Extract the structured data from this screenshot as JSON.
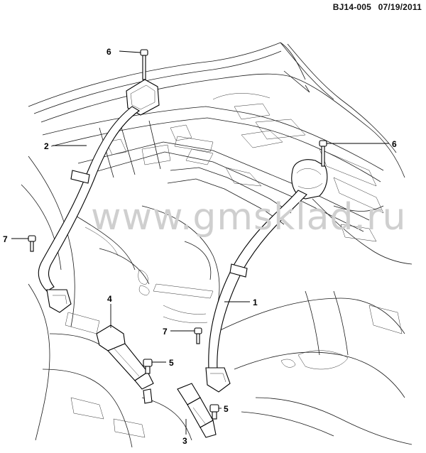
{
  "header": {
    "code": "BJ14-005",
    "date": "07/19/2011"
  },
  "watermark": "www.gmsklad.ru",
  "callouts": [
    {
      "id": "c6a",
      "label": "6",
      "part": "bolt"
    },
    {
      "id": "c2",
      "label": "2",
      "part": "left belt"
    },
    {
      "id": "c6b",
      "label": "6",
      "part": "bolt"
    },
    {
      "id": "c7a",
      "label": "7",
      "part": "bolt"
    },
    {
      "id": "c1",
      "label": "1",
      "part": "right belt"
    },
    {
      "id": "c4",
      "label": "4",
      "part": "buckle"
    },
    {
      "id": "c7b",
      "label": "7",
      "part": "bolt"
    },
    {
      "id": "c5a",
      "label": "5",
      "part": "bolt"
    },
    {
      "id": "c5b",
      "label": "5",
      "part": "bolt"
    },
    {
      "id": "c3",
      "label": "3",
      "part": "buckle"
    }
  ]
}
